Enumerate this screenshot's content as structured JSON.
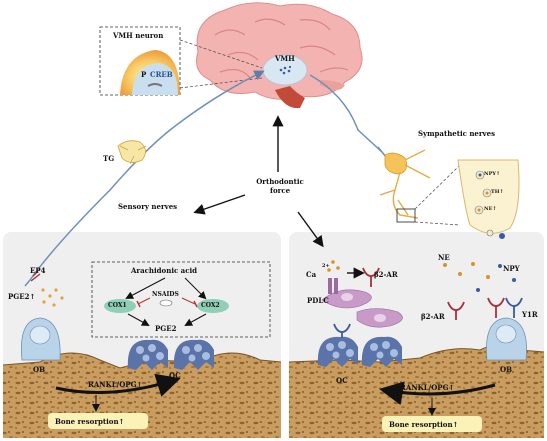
{
  "labels": {
    "vmh_neuron": "VMH neuron",
    "p": "P",
    "creb": "CREB",
    "vmh": "VMH",
    "tg": "TG",
    "sympathetic_nerves": "Sympathetic nerves",
    "sensory_nerves": "Sensory nerves",
    "orthodontic_force": "Orthodontic force",
    "npy_up": "NPY↑",
    "th_up": "TH↑",
    "ne_up": "NE↑",
    "ep4": "EP4",
    "pge2_up": "PGE2↑",
    "arachidonic_acid": "Arachidonic acid",
    "nsaids": "NSAIDS",
    "cox1": "COX1",
    "cox2": "COX2",
    "pge2": "PGE2",
    "ob_left": "OB",
    "oc_left": "OC",
    "rankl_opg_left": "RANKL/OPG↑",
    "bone_resorption_left": "Bone resorption↑",
    "ca": "Ca",
    "ca_sup": "2+",
    "b2ar_top": "β2-AR",
    "pdlc": "PDLC",
    "ne": "NE",
    "npy": "NPY",
    "b2ar_mid": "β2-AR",
    "y1r": "Y1R",
    "oc_right": "OC",
    "ob_right": "OB",
    "rankl_opg_right": "RANKL/OPG↑",
    "bone_resorption_right": "Bone resorption↑"
  },
  "colors": {
    "panel_bg": "#efefef",
    "bone": "#c59a5c",
    "bone_dark": "#8a5e2a",
    "nerve_blue": "#6f8fb8",
    "osteoclast": "#5a73a8",
    "osteoblast": "#b9d3e8",
    "brain_pink": "#f3b3b1",
    "neuron_yellow": "#f6c35b",
    "cox_green": "#8fcfb7",
    "receptor_red": "#a8323a",
    "resorption_box": "#fbf2b8"
  },
  "icons": [
    "brain-icon",
    "neuron-icon",
    "osteoclast-icon",
    "osteoblast-icon",
    "receptor-icon",
    "ganglion-icon"
  ]
}
